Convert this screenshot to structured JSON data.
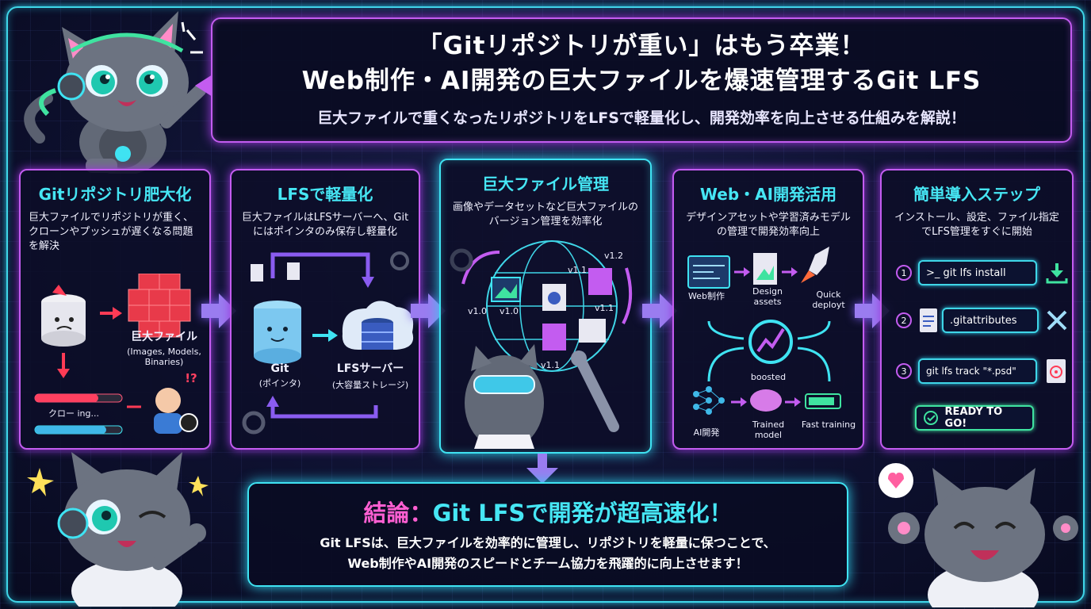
{
  "header": {
    "title_line1": "「Gitリポジトリが重い」はもう卒業！",
    "title_line2": "Web制作・AI開発の巨大ファイルを爆速管理するGit LFS",
    "subtitle": "巨大ファイルで重くなったリポジトリをLFSで軽量化し、開発効率を向上させる仕組みを解説！"
  },
  "panels": [
    {
      "title": "Gitリポジトリ肥大化",
      "desc": "巨大ファイルでリポジトリが重く、クローンやプッシュが遅くなる問題を解決",
      "labels": {
        "bigfile": "巨大ファイル",
        "bigfile_sub": "(Images, Models, Binaries)",
        "cloning": "クロー ing...",
        "alarm": "!?"
      }
    },
    {
      "title": "LFSで軽量化",
      "desc": "巨大ファイルはLFSサーバーへ、Gitにはポインタのみ保存し軽量化",
      "labels": {
        "git": "Git",
        "git_sub": "(ポインタ)",
        "server": "LFSサーバー",
        "server_sub": "(大容量ストレージ)"
      }
    },
    {
      "title": "巨大ファイル管理",
      "desc": "画像やデータセットなど巨大ファイルのバージョン管理を効率化",
      "labels": {
        "v10a": "v1.0",
        "v10b": "v1.0",
        "v11a": "v1.1",
        "v11b": "v1.1",
        "v11c": "v1.1",
        "v12": "v1.2"
      }
    },
    {
      "title": "Web・AI開発活用",
      "desc": "デザインアセットや学習済みモデルの管理で開発効率向上",
      "labels": {
        "web": "Web制作",
        "design": "Design assets",
        "deploy": "Quick deployt",
        "boosted": "boosted",
        "ai": "AI開発",
        "trained": "Trained model",
        "fast": "Fast training"
      }
    },
    {
      "title": "簡単導入ステップ",
      "desc": "インストール、設定、ファイル指定でLFS管理をすぐに開始",
      "steps": [
        {
          "num": "1",
          "text": ">_  git lfs install"
        },
        {
          "num": "2",
          "text": ".gitattributes"
        },
        {
          "num": "3",
          "text": "git lfs track \"*.psd\""
        }
      ],
      "ready": "READY TO GO!"
    }
  ],
  "conclusion": {
    "title_prefix": "結論",
    "title_colon": "：",
    "title_rest": "Git LFSで開発が超高速化！",
    "body_line1": "Git LFSは、巨大ファイルを効率的に管理し、リポジトリを軽量に保つことで、",
    "body_line2": "Web制作やAI開発のスピードとチーム協力を飛躍的に向上させます！"
  },
  "colors": {
    "accent_cyan": "#3fe3f2",
    "accent_purple": "#c35cf0",
    "accent_pink": "#ff5fd2",
    "background": "#0e1130"
  },
  "icons": [
    "cat-mascot-icon",
    "database-icon",
    "cloud-icon",
    "file-icon",
    "gear-icon",
    "globe-icon",
    "rocket-icon",
    "brain-icon",
    "neural-network-icon",
    "download-icon",
    "tools-icon",
    "check-icon",
    "heart-icon"
  ]
}
